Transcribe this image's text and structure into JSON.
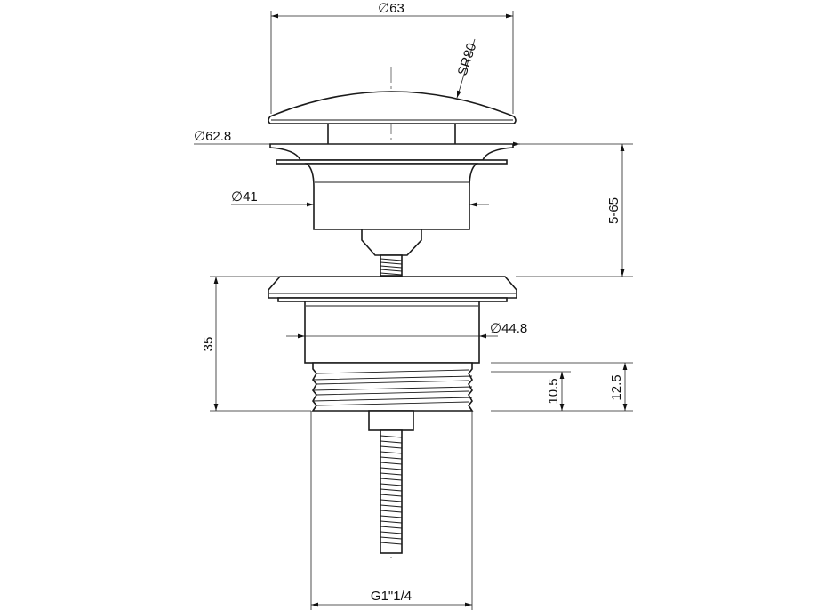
{
  "drawing": {
    "title": "Click-clack basin waste dimension drawing",
    "dimensions": {
      "cap_diameter": "∅63",
      "cap_radius": "SR80",
      "flange_diameter": "∅62.8",
      "plug_body_diameter": "∅41",
      "adjustment_range": "5-65",
      "body_diameter": "∅44.8",
      "body_height": "35",
      "thread_length_inner": "10.5",
      "thread_length_outer": "12.5",
      "thread_size": "G1\"1/4"
    },
    "colors": {
      "line": "#1a1a1a",
      "background": "#ffffff"
    }
  }
}
